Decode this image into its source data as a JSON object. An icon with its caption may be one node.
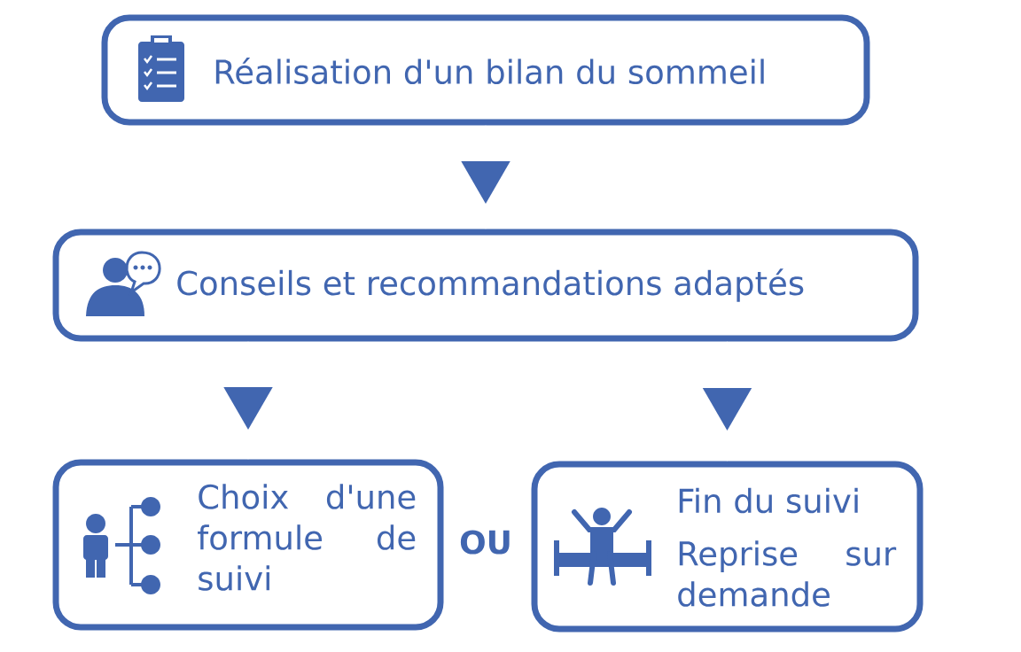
{
  "diagram": {
    "nodes": [
      {
        "text": [
          "Réalisation d'un bilan du sommeil"
        ]
      },
      {
        "text": [
          "Conseils et recommandations adaptés"
        ]
      },
      {
        "text": [
          "Choix d'une formule de suivi"
        ]
      },
      {
        "text": [
          "Fin du suivi",
          "Reprise sur demande"
        ]
      }
    ],
    "edges": [
      {
        "from": 0,
        "to": 1,
        "arrow": "to"
      },
      {
        "from": 1,
        "to": 2,
        "arrow": "to"
      },
      {
        "from": 1,
        "to": 3,
        "arrow": "to"
      }
    ],
    "labels": [
      "OU"
    ]
  }
}
